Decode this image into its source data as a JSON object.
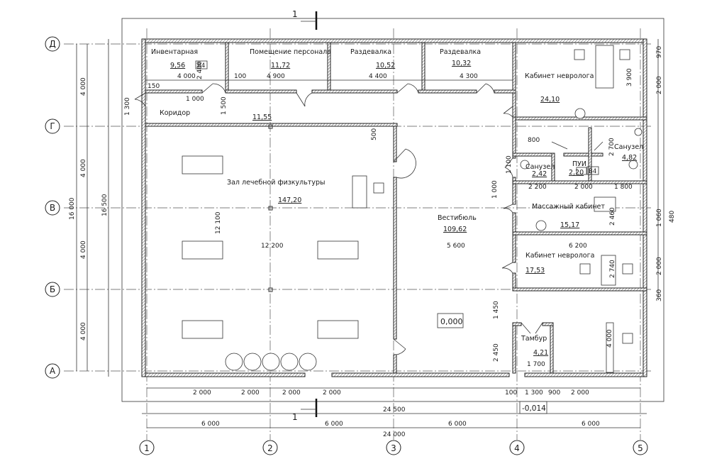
{
  "section_marks": [
    "1",
    "1"
  ],
  "axes": {
    "letters": [
      "Д",
      "Г",
      "В",
      "Б",
      "А"
    ],
    "numbers": [
      "1",
      "2",
      "3",
      "4",
      "5"
    ]
  },
  "rooms": {
    "inventory": {
      "name": "Инвентарная",
      "area": "9,56",
      "tag": "В4"
    },
    "staff": {
      "name": "Помещение персонала",
      "area": "11,72"
    },
    "locker1": {
      "name": "Раздевалка",
      "area": "10,52"
    },
    "locker2": {
      "name": "Раздевалка",
      "area": "10,32"
    },
    "neuro1": {
      "name": "Кабинет невролога",
      "area": "24,10"
    },
    "corridor": {
      "name": "Коридор",
      "area": "11,55"
    },
    "gym": {
      "name": "Зал лечебной физкультуры",
      "area": "147,20"
    },
    "lobby": {
      "name": "Вестибюль",
      "area": "109,62"
    },
    "wc1": {
      "name": "Санузел",
      "area": "2,42"
    },
    "pui": {
      "name": "ПУИ",
      "area": "2,20",
      "tag": "В4"
    },
    "wc2": {
      "name": "Санузел",
      "area": "4,82"
    },
    "massage": {
      "name": "Массажный кабинет",
      "area": "15,17"
    },
    "neuro2": {
      "name": "Кабинет невролога",
      "area": "17,53"
    },
    "vestibule": {
      "name": "Тамбур",
      "area": "4,21"
    }
  },
  "levels": {
    "floor": "0,000",
    "entry": "-0,014"
  },
  "dims_bottom_total_outer": "24 500",
  "dims_bottom_total": "24 000",
  "dims_bottom_axes": [
    "6 000",
    "6 000",
    "6 000",
    "6 000"
  ],
  "dims_openings": [
    "2 000",
    "2 000",
    "2 000",
    "2 000",
    "100",
    "1 300",
    "900",
    "2 000"
  ],
  "dims_left_outer": [
    "16 500",
    "16 000"
  ],
  "dims_left_axes": [
    "4 000",
    "4 000",
    "4 000",
    "4 000"
  ],
  "dims_right": [
    "970",
    "2 000",
    "1 060",
    "480",
    "2 000",
    "360"
  ],
  "dims_top_rooms": [
    "4 000",
    "4 900",
    "4 400",
    "4 300"
  ],
  "dims_mid": {
    "gym_width": "12 200",
    "lobby_width": "5 600",
    "gym_depth": "12 100",
    "neuro2_width": "6 200",
    "wc_row": [
      "2 200",
      "2 000",
      "1 800"
    ],
    "small": [
      "100",
      "150",
      "1 000",
      "1 500",
      "1 300",
      "2 400",
      "500",
      "800",
      "2 700",
      "1 100",
      "1 000",
      "3 900",
      "2 460",
      "2 740",
      "1 450",
      "2 450",
      "1 700",
      "4 000"
    ]
  }
}
